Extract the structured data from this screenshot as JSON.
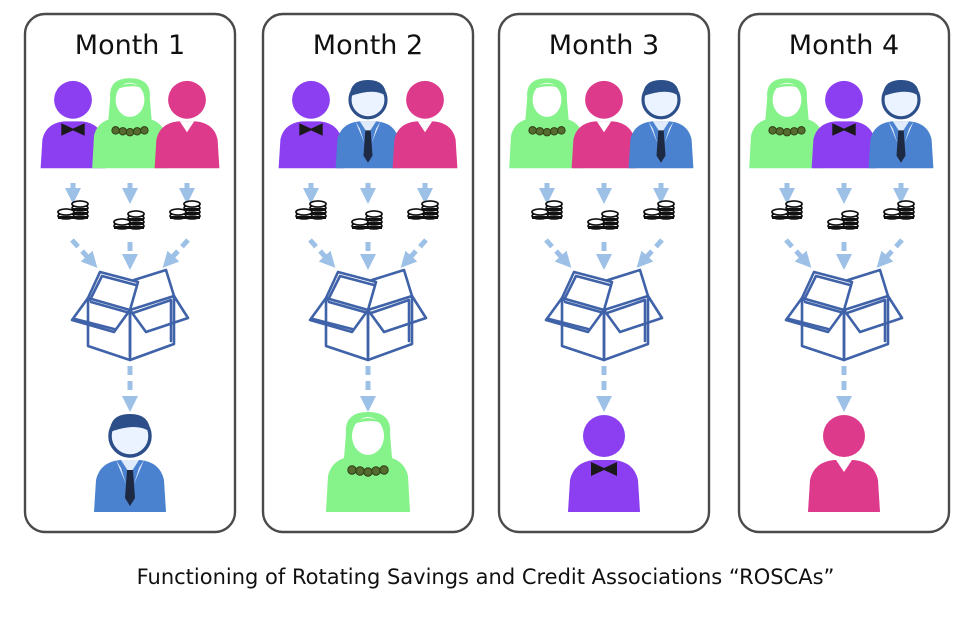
{
  "months": [
    {
      "title": "Month 1",
      "contributors": [
        "purple",
        "green",
        "pink"
      ],
      "recipient": "blue"
    },
    {
      "title": "Month 2",
      "contributors": [
        "purple",
        "blue",
        "pink"
      ],
      "recipient": "green"
    },
    {
      "title": "Month 3",
      "contributors": [
        "green",
        "pink",
        "blue"
      ],
      "recipient": "purple"
    },
    {
      "title": "Month 4",
      "contributors": [
        "green",
        "purple",
        "blue"
      ],
      "recipient": "pink"
    }
  ],
  "caption": "Functioning of Rotating Savings and Credit Associations   “ROSCAs”",
  "colors": {
    "purple": "#8b3ff0",
    "green": "#86f28a",
    "pink": "#dd3a8c",
    "blue": "#4a82cf",
    "blue_light": "#eaf3ff",
    "box": "#3f62a8",
    "arrow": "#9dc0e6",
    "panel_border": "#4a4a4a",
    "beads": "#556b2f"
  },
  "icons": {
    "coins": "coin-stack-icon",
    "box": "open-box-icon",
    "arrow": "down-arrow-icon",
    "person": "person-icon"
  }
}
